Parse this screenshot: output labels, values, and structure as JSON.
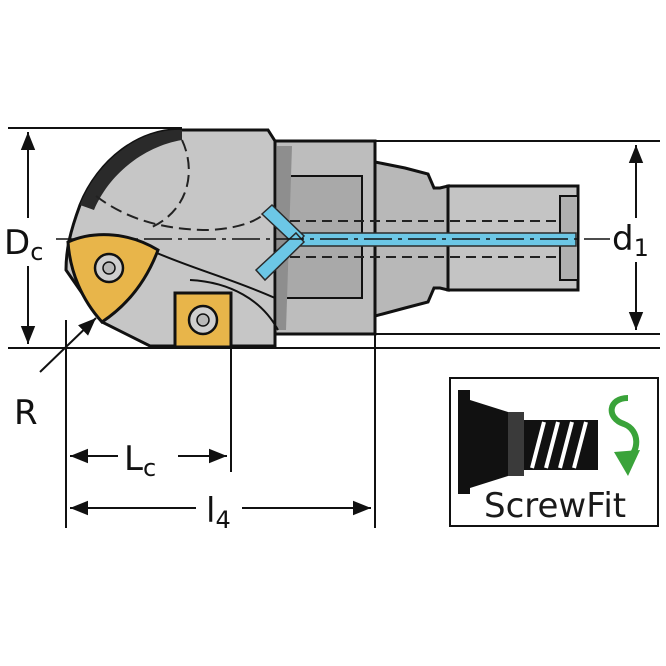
{
  "labels": {
    "cutting_diameter": "D",
    "cutting_diameter_sub": "c",
    "shank_diameter": "d",
    "shank_diameter_sub": "1",
    "radius": "R",
    "cutting_length": "L",
    "cutting_length_sub": "c",
    "overall_length": "l",
    "overall_length_sub": "4"
  },
  "badge": {
    "text": "ScrewFit",
    "arrow_color": "#3aa33a"
  },
  "colors": {
    "body": "#c8c8c8",
    "body_dark": "#9a9a9a",
    "insert": "#e8b54a",
    "coolant": "#6cc7e6",
    "line": "#111111"
  }
}
